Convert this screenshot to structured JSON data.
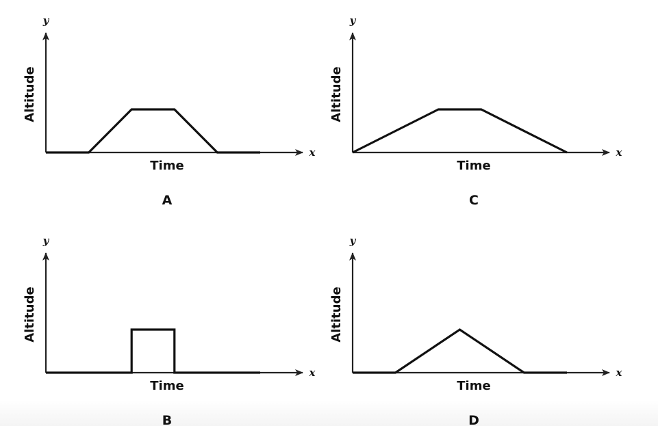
{
  "chart_data": [
    {
      "type": "line",
      "label": "A",
      "xlabel": "Time",
      "ylabel": "Altitude",
      "x_axis_letter": "x",
      "y_axis_letter": "y",
      "series": [
        {
          "x": [
            0,
            1,
            2,
            3,
            4,
            5
          ],
          "y": [
            0,
            0,
            1,
            1,
            0,
            0
          ]
        }
      ],
      "xlim": [
        0,
        5
      ],
      "ylim": [
        0,
        1
      ],
      "grid": false
    },
    {
      "type": "line",
      "label": "C",
      "xlabel": "Time",
      "ylabel": "Altitude",
      "x_axis_letter": "x",
      "y_axis_letter": "y",
      "series": [
        {
          "x": [
            0,
            2,
            3,
            5
          ],
          "y": [
            0,
            1,
            1,
            0
          ]
        }
      ],
      "xlim": [
        0,
        5
      ],
      "ylim": [
        0,
        1
      ],
      "grid": false
    },
    {
      "type": "line",
      "label": "B",
      "xlabel": "Time",
      "ylabel": "Altitude",
      "x_axis_letter": "x",
      "y_axis_letter": "y",
      "series": [
        {
          "x": [
            0,
            2,
            2,
            3,
            3,
            5
          ],
          "y": [
            0,
            0,
            1,
            1,
            0,
            0
          ]
        }
      ],
      "xlim": [
        0,
        5
      ],
      "ylim": [
        0,
        1
      ],
      "grid": false
    },
    {
      "type": "line",
      "label": "D",
      "xlabel": "Time",
      "ylabel": "Altitude",
      "x_axis_letter": "x",
      "y_axis_letter": "y",
      "series": [
        {
          "x": [
            0,
            1,
            2.5,
            4,
            5
          ],
          "y": [
            0,
            0,
            1,
            0,
            0
          ]
        }
      ],
      "xlim": [
        0,
        5
      ],
      "ylim": [
        0,
        1
      ],
      "grid": false
    }
  ]
}
